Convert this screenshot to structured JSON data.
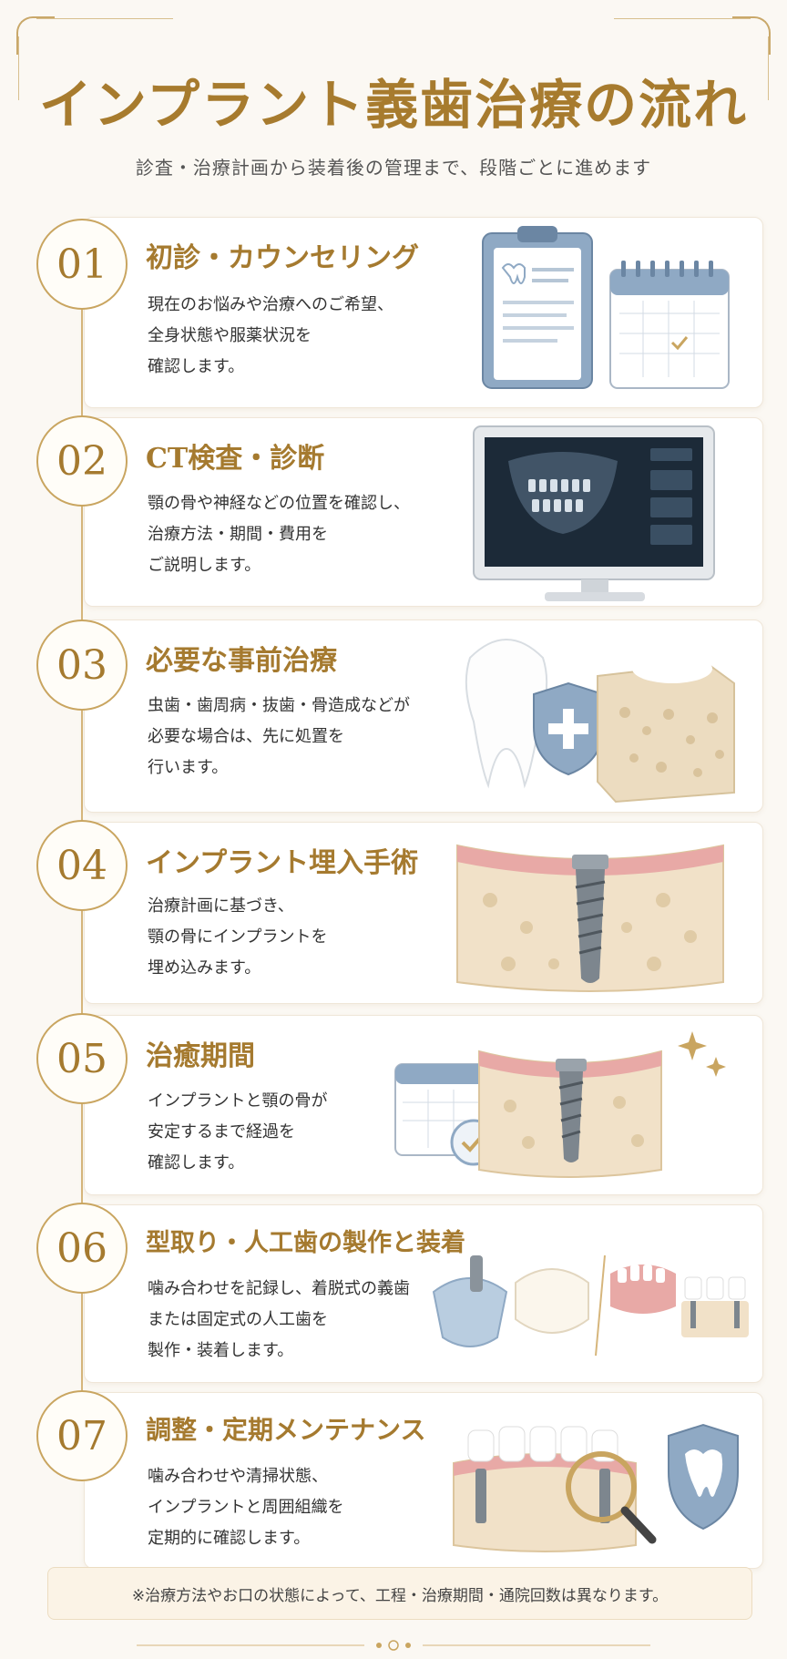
{
  "title": "インプラント義歯治療の流れ",
  "subtitle": "診査・治療計画から装着後の管理まで、段階ごとに進めます",
  "steps": [
    {
      "num": "01",
      "title": "初診・カウンセリング",
      "lines": [
        "現在のお悩みや治療へのご希望、",
        "全身状態や服薬状況を",
        "確認します。"
      ]
    },
    {
      "num": "02",
      "title": "CT検査・診断",
      "lines": [
        "顎の骨や神経などの位置を確認し、",
        "治療方法・期間・費用を",
        "ご説明します。"
      ]
    },
    {
      "num": "03",
      "title": "必要な事前治療",
      "lines": [
        "虫歯・歯周病・抜歯・骨造成などが",
        "必要な場合は、先に処置を",
        "行います。"
      ]
    },
    {
      "num": "04",
      "title": "インプラント埋入手術",
      "lines": [
        "治療計画に基づき、",
        "顎の骨にインプラントを",
        "埋め込みます。"
      ]
    },
    {
      "num": "05",
      "title": "治癒期間",
      "lines": [
        "インプラントと顎の骨が",
        "安定するまで経過を",
        "確認します。"
      ]
    },
    {
      "num": "06",
      "title": "型取り・人工歯の製作と装着",
      "lines": [
        "噛み合わせを記録し、着脱式の義歯",
        "または固定式の人工歯を",
        "製作・装着します。"
      ]
    },
    {
      "num": "07",
      "title": "調整・定期メンテナンス",
      "lines": [
        "噛み合わせや清掃状態、",
        "インプラントと周囲組織を",
        "定期的に確認します。"
      ]
    }
  ],
  "note": "※治療方法やお口の状態によって、工程・治療期間・通院回数は異なります。",
  "colors": {
    "gold": "#a57a2f",
    "line": "#d6b67c",
    "background": "#fbf8f3"
  },
  "icons": [
    "clipboard-icon",
    "calendar-icon",
    "xray-monitor-icon",
    "tooth-icon",
    "shield-icon",
    "bone-block-icon",
    "implant-icon",
    "denture-icon",
    "magnifier-icon",
    "sparkle-icon"
  ]
}
